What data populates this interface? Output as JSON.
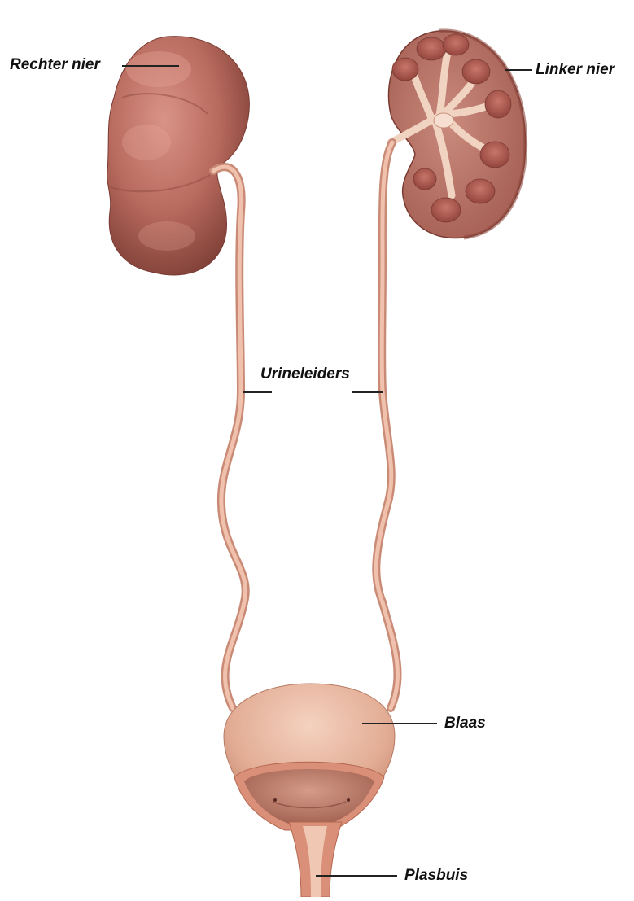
{
  "labels": {
    "right_kidney": "Rechter nier",
    "left_kidney": "Linker nier",
    "ureters": "Urineleiders",
    "bladder": "Blaas",
    "urethra": "Plasbuis"
  },
  "colors": {
    "background": "#ffffff",
    "kidney": "#b86a5e",
    "kidney_dark": "#8e4a40",
    "ureter": "#e3a993",
    "bladder": "#e8b79f",
    "label_text": "#111111"
  }
}
